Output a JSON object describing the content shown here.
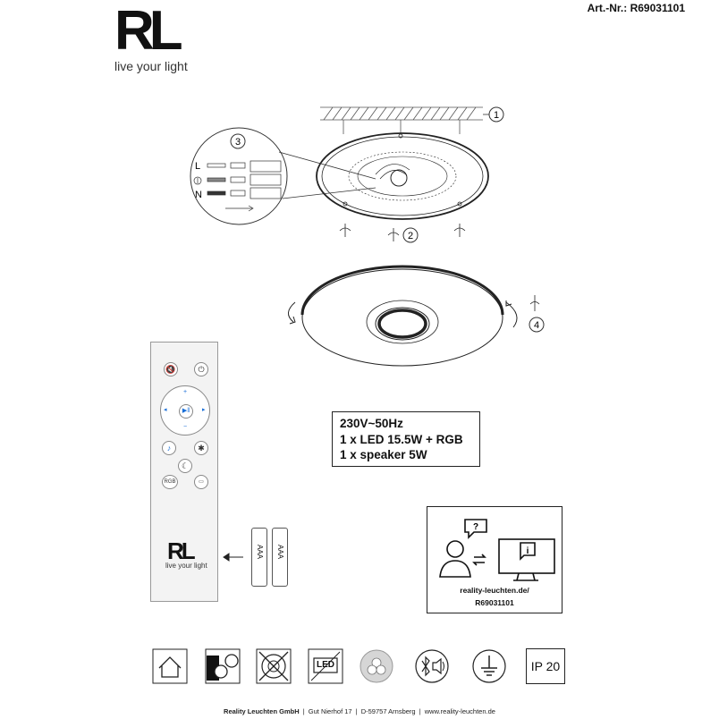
{
  "header": {
    "logo_mark": "RL",
    "logo_tagline": "live your light",
    "article_number": "Art.-Nr.: R69031101"
  },
  "diagram": {
    "step_labels": [
      "1",
      "2",
      "3",
      "4"
    ],
    "terminal_labels": [
      "L",
      "N"
    ]
  },
  "specs": {
    "line1": "230V~50Hz",
    "line2": "1 x LED 15.5W + RGB",
    "line3": "1 x speaker 5W"
  },
  "remote": {
    "logo_mark": "RL",
    "logo_tagline": "live your light",
    "rgb_label": "RGB",
    "battery_label": "AAA"
  },
  "info": {
    "url": "reality-leuchten.de/",
    "code": "R69031101"
  },
  "symbols": {
    "led_label": "LED",
    "ip_rating": "IP 20"
  },
  "footer": {
    "company": "Reality Leuchten GmbH",
    "address": "Gut Nierhof 17",
    "city": "D-59757 Arnsberg",
    "website": "www.reality-leuchten.de"
  }
}
